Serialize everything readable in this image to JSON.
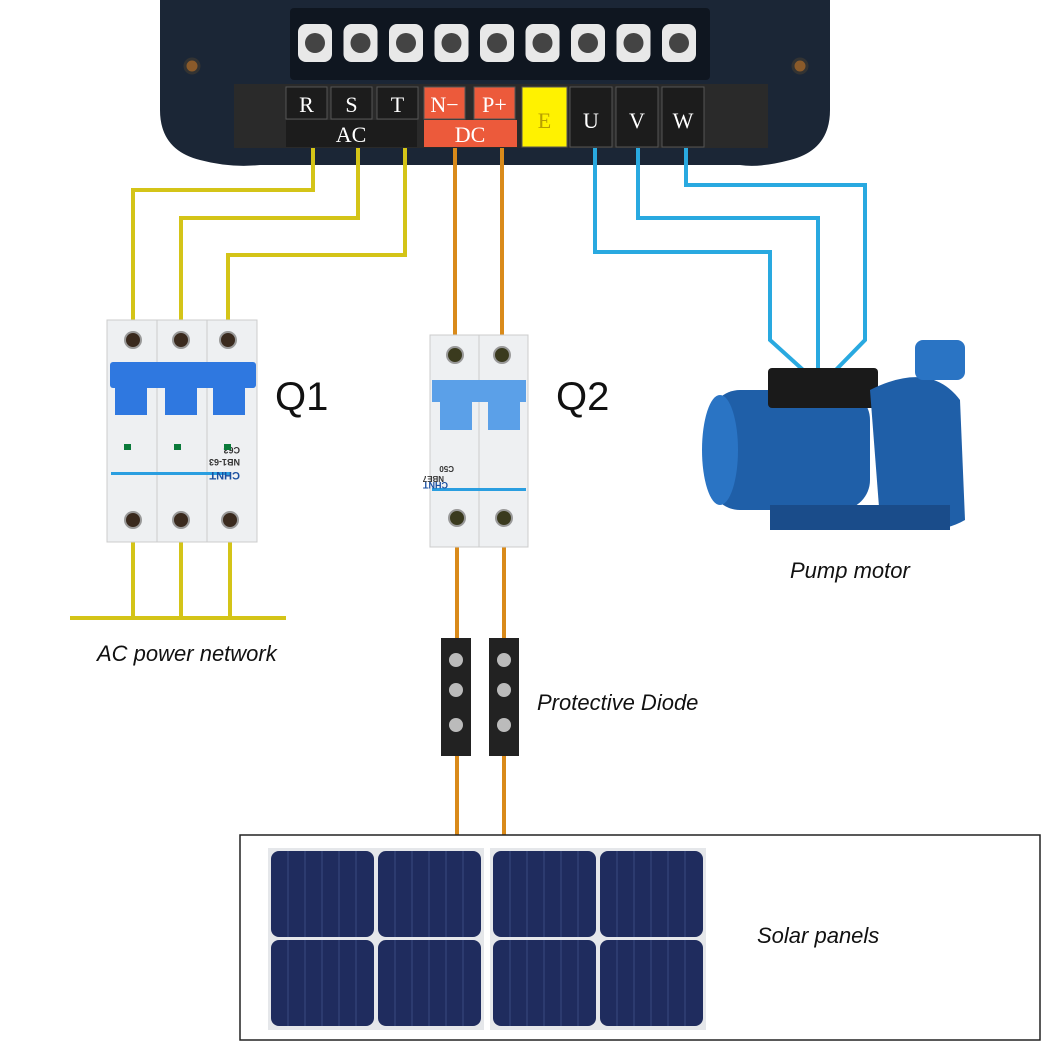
{
  "controller": {
    "terminals": [
      {
        "label": "R",
        "group": "AC"
      },
      {
        "label": "S",
        "group": "AC"
      },
      {
        "label": "T",
        "group": "AC"
      },
      {
        "label": "N−",
        "group": "DC"
      },
      {
        "label": "P+",
        "group": "DC"
      },
      {
        "label": "E",
        "group": ""
      },
      {
        "label": "U",
        "group": ""
      },
      {
        "label": "V",
        "group": ""
      },
      {
        "label": "W",
        "group": ""
      }
    ],
    "group_ac": "AC",
    "group_dc": "DC"
  },
  "breakers": {
    "q1": {
      "label": "Q1",
      "brand": "CHNT",
      "model": "NB1-63",
      "rating": "C63"
    },
    "q2": {
      "label": "Q2",
      "brand": "CHNT",
      "model": "NBE7",
      "rating": "C50"
    }
  },
  "captions": {
    "pump": "Pump motor",
    "ac_network": "AC power network",
    "diode": "Protective Diode",
    "solar": "Solar panels"
  },
  "colors": {
    "ac_wire": "#d4c418",
    "dc_wire": "#d98a1a",
    "motor_wire": "#29a9e0",
    "controller": "#1b2636",
    "dc_label": "#ec5a3b",
    "earth_label": "#fff200",
    "breaker_handle": "#2f78e0",
    "panel_cell": "#1f2c5e",
    "pump": "#1f5fa8"
  }
}
